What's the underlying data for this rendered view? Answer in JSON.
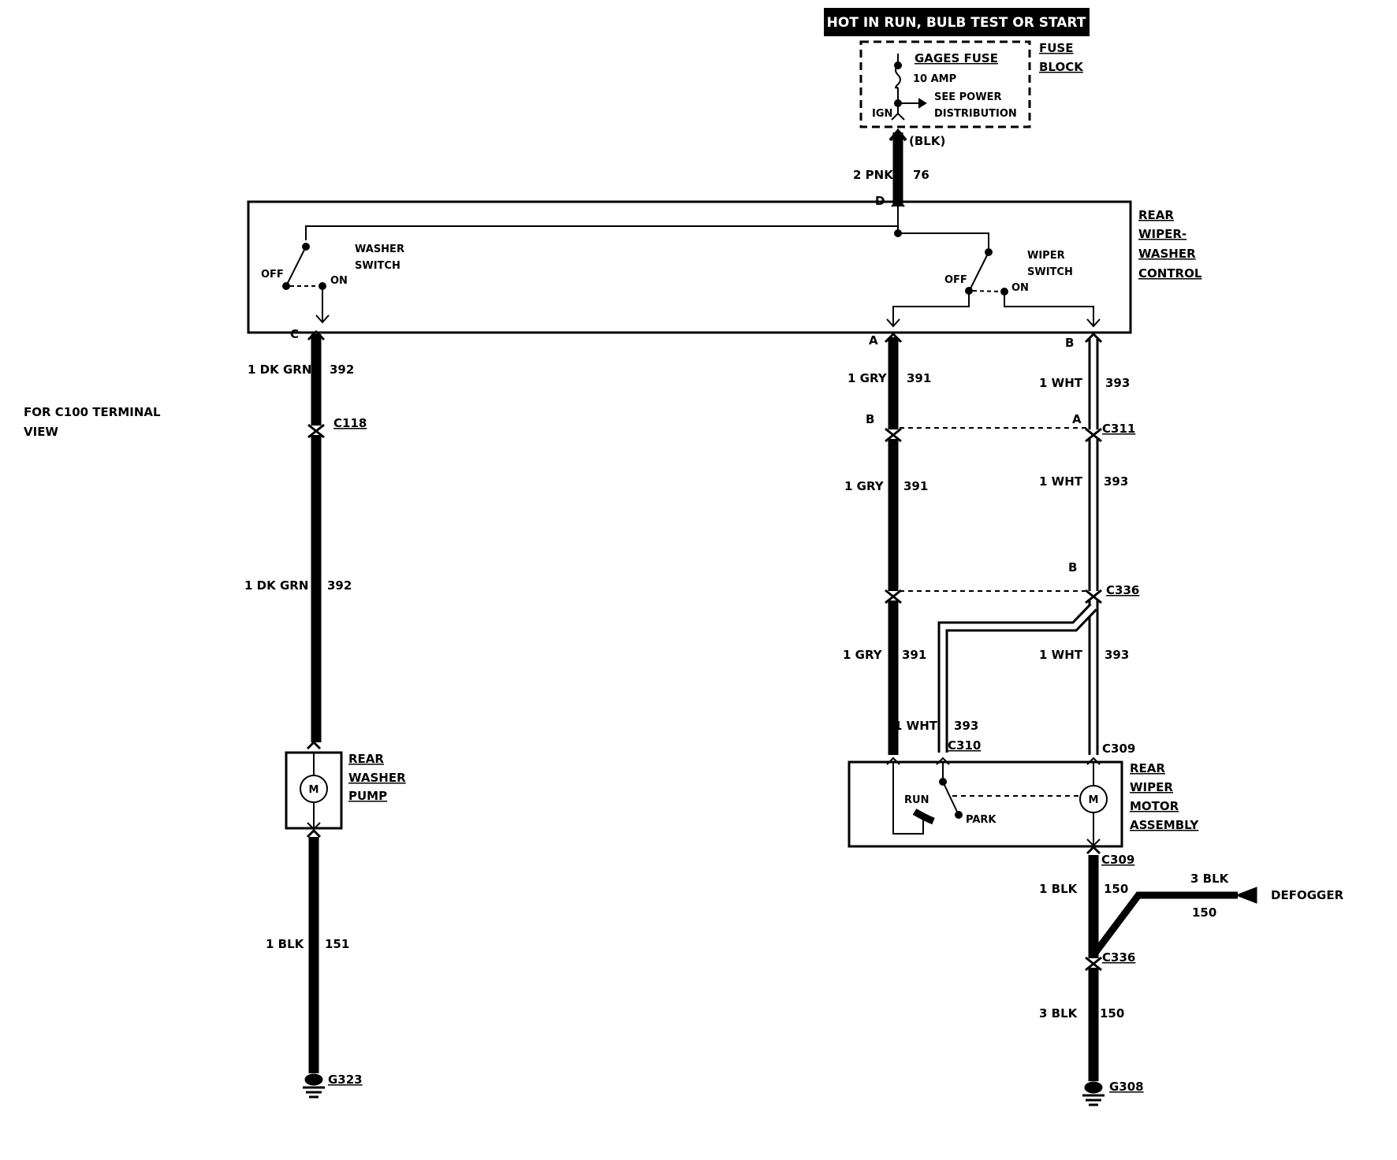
{
  "header_banner": "HOT IN RUN,  BULB TEST OR START",
  "fuse_block": {
    "label_line1": "FUSE",
    "label_line2": "BLOCK",
    "fuse_name": "GAGES FUSE",
    "fuse_rating": "10 AMP",
    "see_line1": "SEE POWER",
    "see_line2": "DISTRIBUTION",
    "ign": "IGN",
    "blk": "(BLK)"
  },
  "control": {
    "name_lines": [
      "REAR",
      "WIPER-",
      "WASHER",
      "CONTROL"
    ],
    "washer_switch": [
      "WASHER",
      "SWITCH"
    ],
    "wiper_switch": [
      "WIPER",
      "SWITCH"
    ],
    "off": "OFF",
    "on": "ON",
    "terminals": {
      "d": "D",
      "c": "C",
      "a": "A",
      "b": "B"
    }
  },
  "wires": {
    "feed": {
      "size_color": "2 PNK",
      "circuit": "76"
    },
    "washer_upper": {
      "size_color": "1 DK GRN",
      "circuit": "392"
    },
    "washer_lower": {
      "size_color": "1 DK GRN",
      "circuit": "392"
    },
    "pump_ground": {
      "size_color": "1 BLK",
      "circuit": "151"
    },
    "gry_1": {
      "size_color": "1 GRY",
      "circuit": "391"
    },
    "gry_2": {
      "size_color": "1 GRY",
      "circuit": "391"
    },
    "gry_3": {
      "size_color": "1 GRY",
      "circuit": "391"
    },
    "wht_1": {
      "size_color": "1 WHT",
      "circuit": "393"
    },
    "wht_2": {
      "size_color": "1 WHT",
      "circuit": "393"
    },
    "wht_3": {
      "size_color": "1 WHT",
      "circuit": "393"
    },
    "wht_jumper": {
      "size_color": "1 WHT",
      "circuit": "393"
    },
    "motor_ground_upper": {
      "size_color": "1 BLK",
      "circuit": "150"
    },
    "motor_ground_lower": {
      "size_color": "3 BLK",
      "circuit": "150"
    },
    "defogger_wire": {
      "size_color": "3 BLK",
      "circuit": "150"
    }
  },
  "connectors": {
    "c118": "C118",
    "c311": "C311",
    "c336_top": "C336",
    "c310": "C310",
    "c309_top": "C309",
    "c309_bottom": "C309",
    "c336_bottom": "C336",
    "c311_pin_b": "B",
    "c311_pin_a": "A",
    "c336_pin_b": "B"
  },
  "grounds": {
    "left": "G323",
    "right": "G308"
  },
  "side_note": [
    "FOR C100 TERMINAL",
    "VIEW"
  ],
  "pump": {
    "name_lines": [
      "REAR",
      "WASHER",
      "PUMP"
    ],
    "motor_symbol": "M"
  },
  "wiper_motor": {
    "name_lines": [
      "REAR",
      "WIPER",
      "MOTOR",
      "ASSEMBLY"
    ],
    "motor_symbol": "M",
    "run": "RUN",
    "park": "PARK"
  },
  "defogger": "DEFOGGER"
}
